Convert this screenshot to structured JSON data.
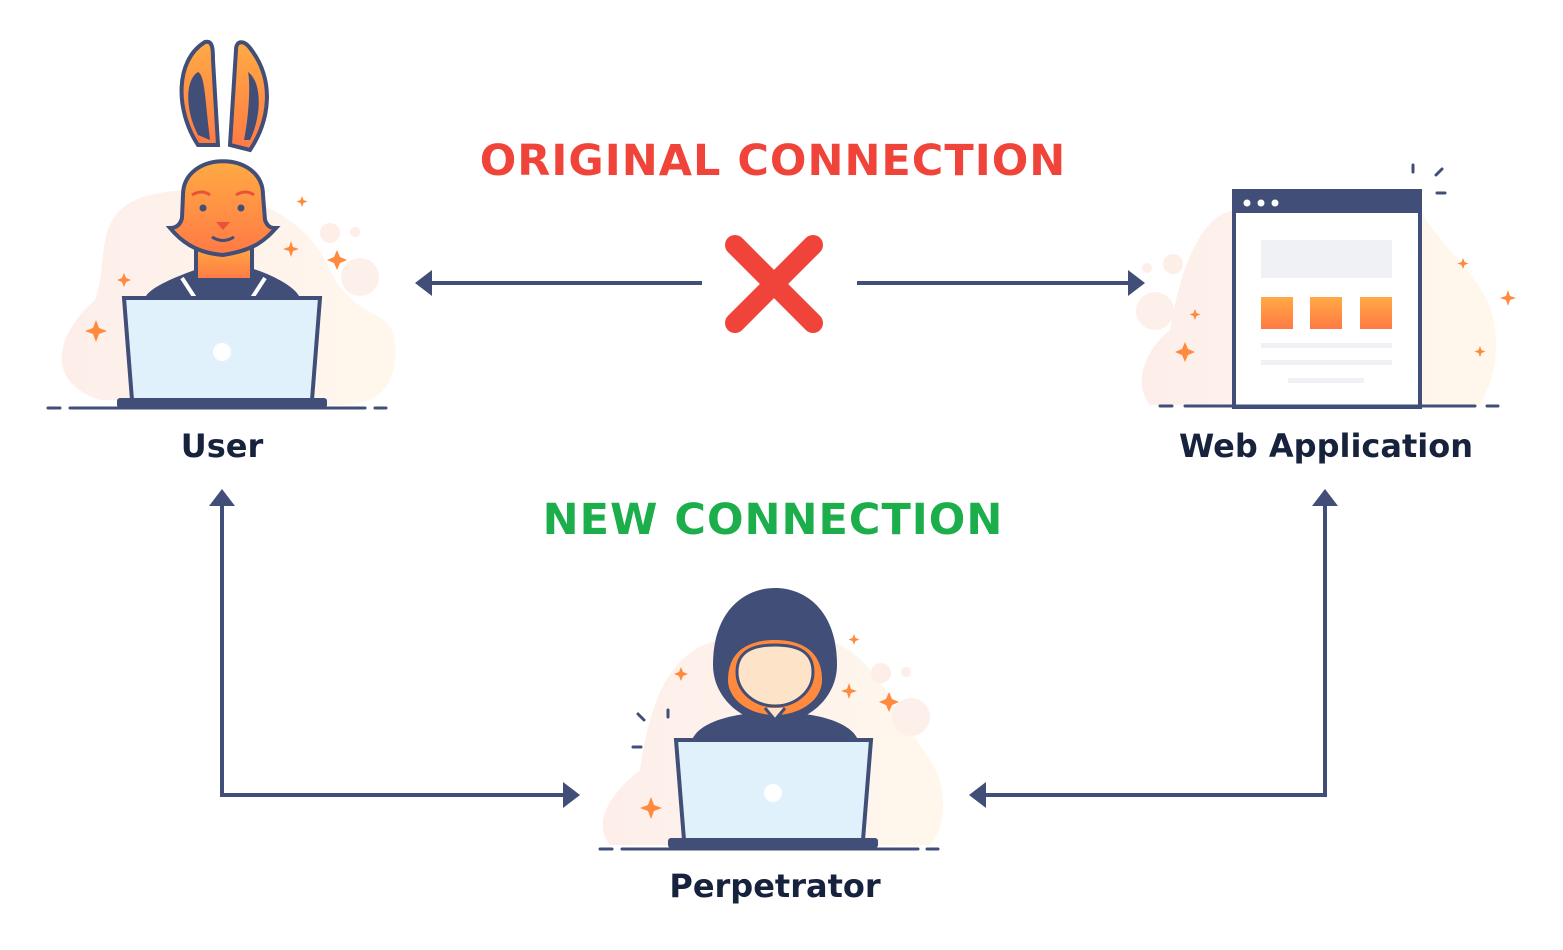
{
  "headings": {
    "original_connection": "ORIGINAL CONNECTION",
    "new_connection": "NEW CONNECTION"
  },
  "nodes": {
    "user": "User",
    "web_application": "Web Application",
    "perpetrator": "Perpetrator"
  },
  "colors": {
    "navy": "#404e78",
    "red": "#f0443a",
    "green": "#1cae4b",
    "orange": "#ff8a3d",
    "text": "#17223d"
  },
  "icons": [
    "bunny-user-icon",
    "laptop-icon",
    "browser-window-icon",
    "hooded-hacker-icon",
    "x-mark-icon"
  ]
}
